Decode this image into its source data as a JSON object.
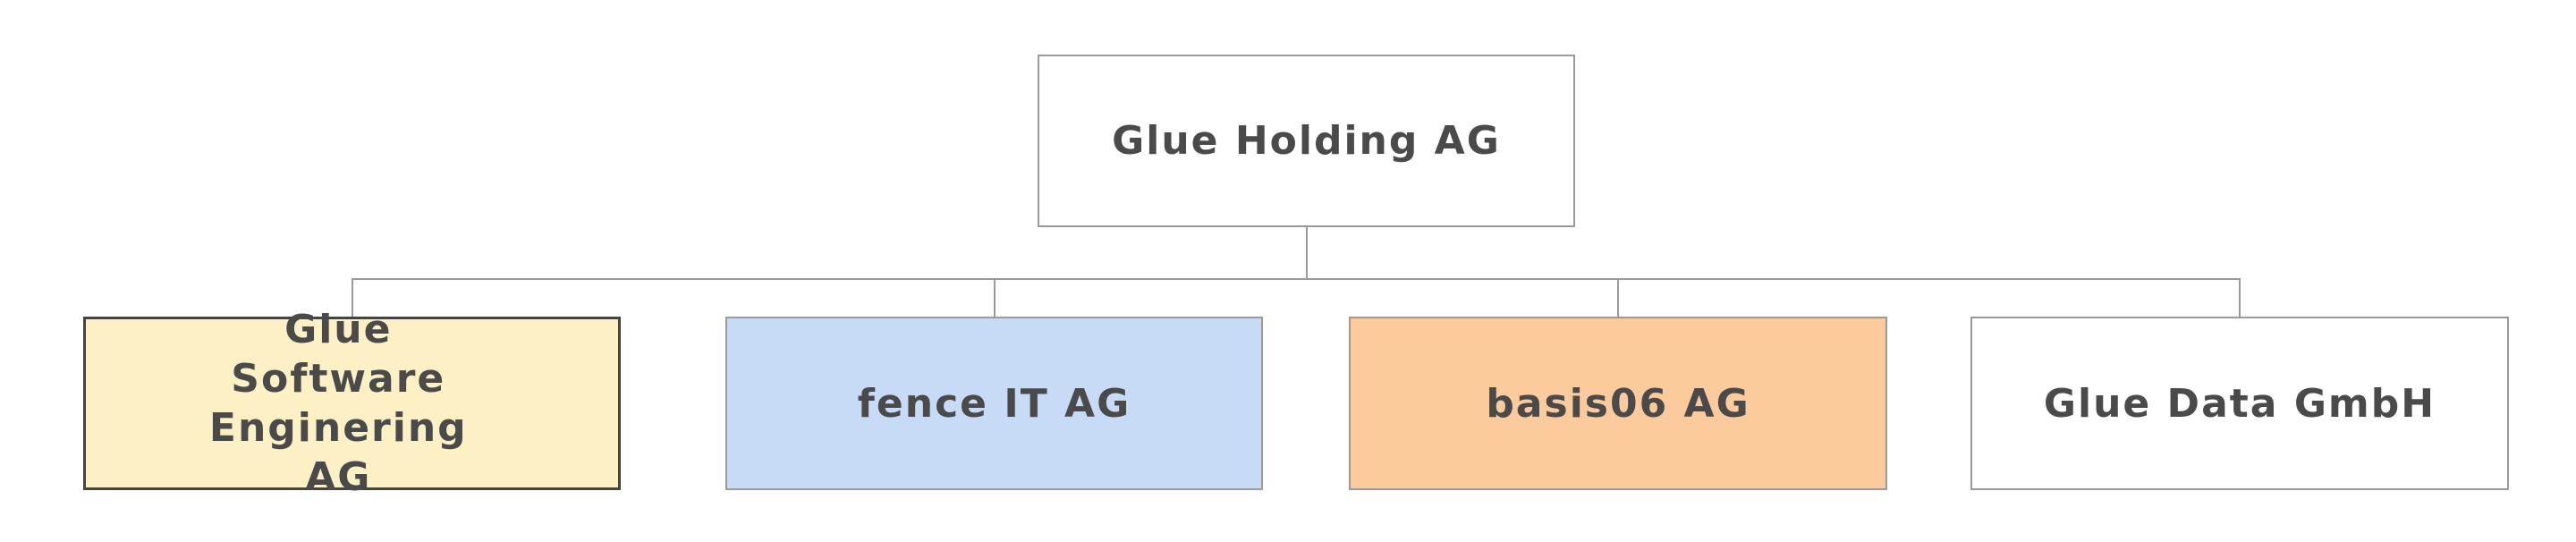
{
  "diagram": {
    "root": {
      "label": "Glue Holding AG",
      "fill": "#ffffff",
      "border": "#9a9a9a"
    },
    "children": [
      {
        "label_line1": "Glue Software",
        "label_line2": "Enginering AG",
        "fill": "#fdf0c4",
        "border": "#444444"
      },
      {
        "label": "fence IT AG",
        "fill": "#c7dbf7",
        "border": "#9a9a9a"
      },
      {
        "label": "basis06 AG",
        "fill": "#fccb9d",
        "border": "#9a9a9a"
      },
      {
        "label": "Glue Data GmbH",
        "fill": "#ffffff",
        "border": "#9a9a9a"
      }
    ],
    "connector_color": "#9a9a9a",
    "text_color": "#4a4a4a"
  }
}
